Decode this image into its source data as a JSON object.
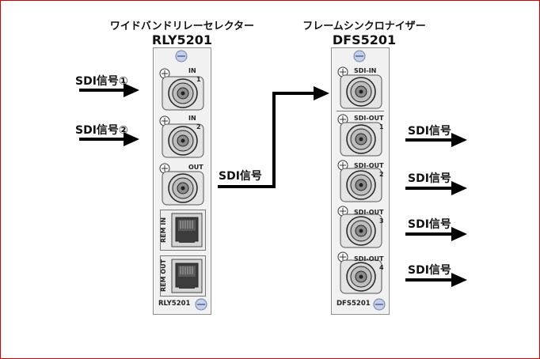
{
  "relay": {
    "subtitle": "ワイドバンドリレーセレクター",
    "model": "RLY5201",
    "ports": {
      "in1": "IN",
      "in1_num": "1",
      "in2": "IN",
      "in2_num": "2",
      "out": "OUT",
      "rem_in": "REM IN",
      "rem_out": "REM OUT"
    },
    "footer": "RLY5201"
  },
  "fs": {
    "subtitle": "フレームシンクロナイザー",
    "model": "DFS5201",
    "ports": {
      "sdi_in": "SDI-IN",
      "out1": "SDI-OUT",
      "out1_num": "1",
      "out2": "SDI-OUT",
      "out2_num": "2",
      "out3": "SDI-OUT",
      "out3_num": "3",
      "out4": "SDI-OUT",
      "out4_num": "4"
    },
    "footer": "DFS5201"
  },
  "signals": {
    "input1": "SDI信号①",
    "input2": "SDI信号②",
    "mid": "SDI信号",
    "out1": "SDI信号",
    "out2": "SDI信号",
    "out3": "SDI信号",
    "out4": "SDI信号"
  },
  "colors": {
    "border": "#d40000",
    "panel": "#f1f1f1",
    "arrow": "#000000",
    "screw": "#9aaed6"
  }
}
